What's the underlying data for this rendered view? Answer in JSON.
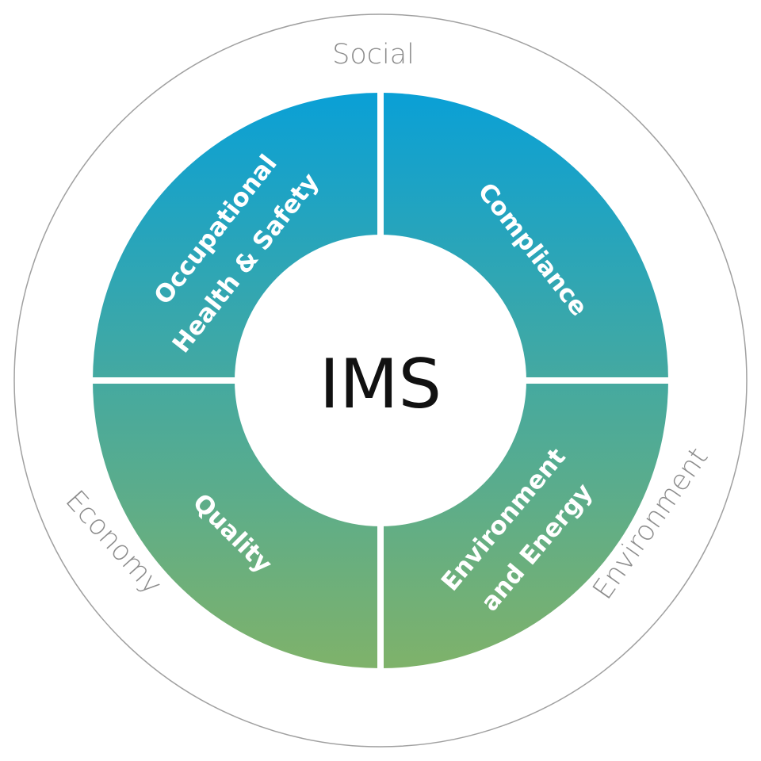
{
  "diagram": {
    "center_label": "IMS",
    "outer_labels": {
      "top": "Social",
      "left": "Economy",
      "right": "Environment"
    },
    "segments": {
      "top_left": {
        "line1": "Occupational",
        "line2": "Health & Safety"
      },
      "top_right": {
        "label": "Compliance"
      },
      "bottom_left": {
        "label": "Quality"
      },
      "bottom_right": {
        "line1": "Environment",
        "line2": "and Energy"
      }
    },
    "colors": {
      "gradient_top": "#0aa0d6",
      "gradient_bottom": "#7fb26a",
      "segment_text": "#ffffff",
      "outer_ring": "#a0a0a0",
      "outer_text": "#8c8c8c",
      "center_text": "#111111"
    }
  }
}
